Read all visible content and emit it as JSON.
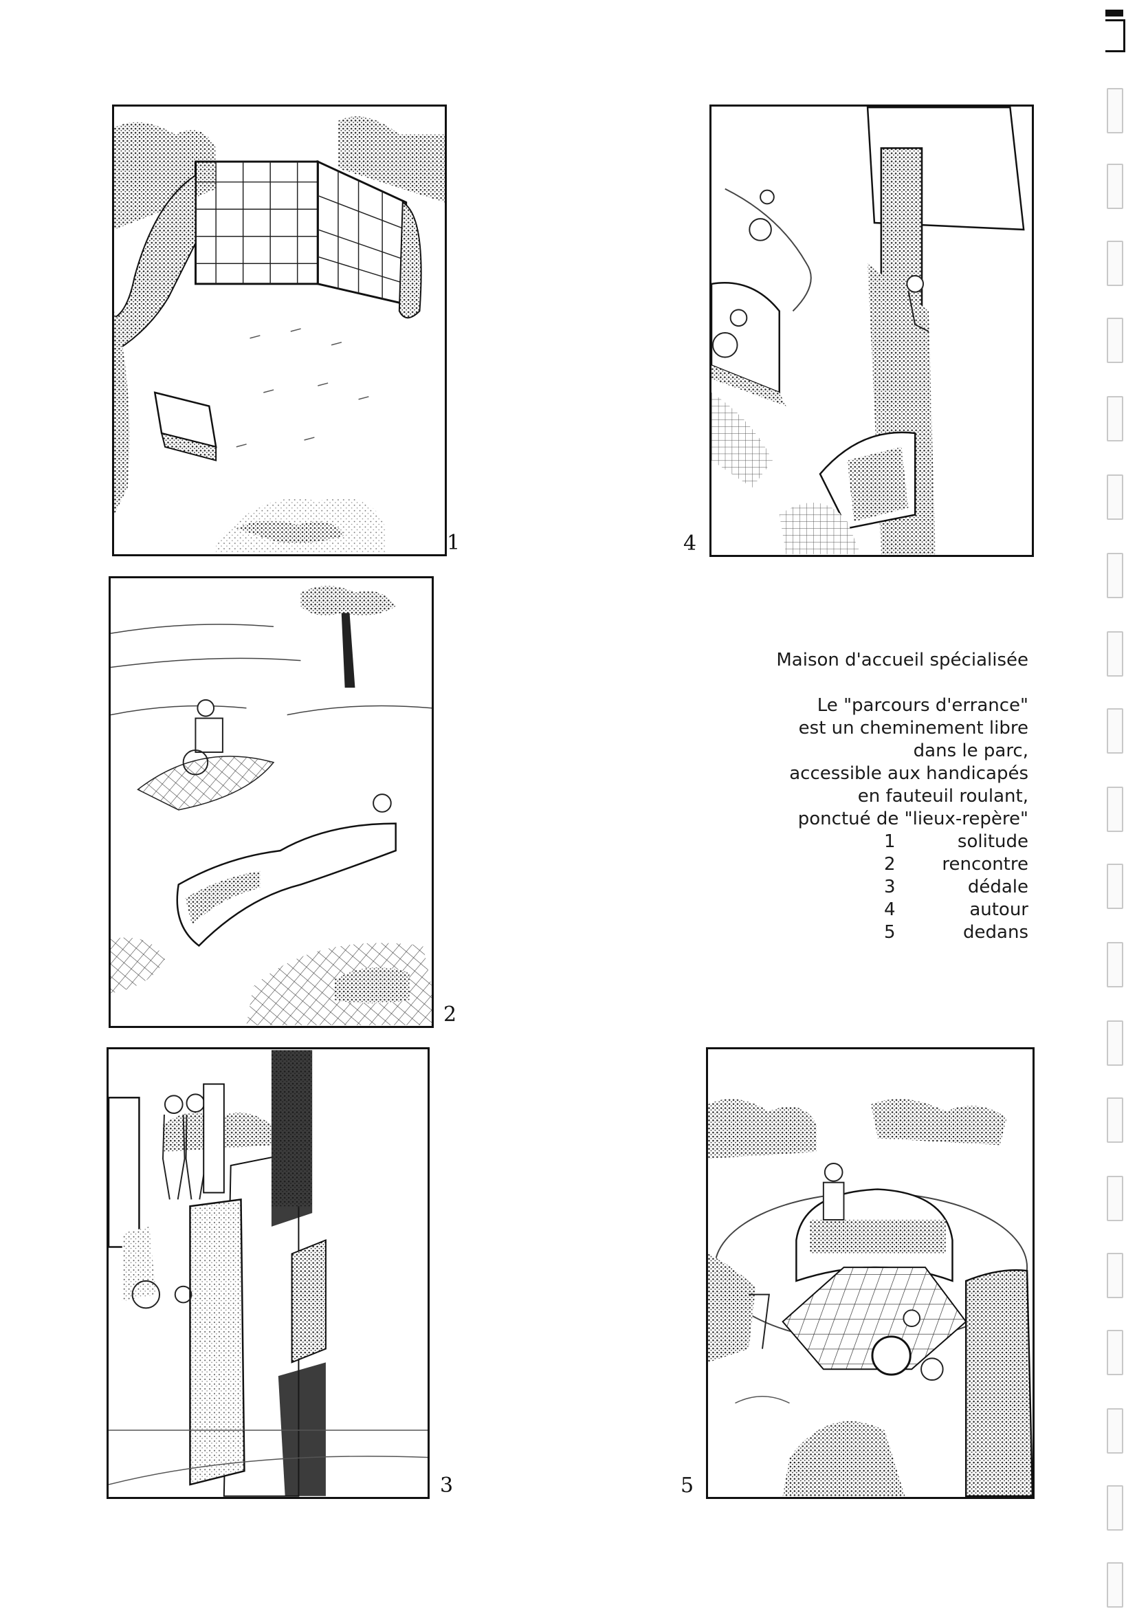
{
  "caption": {
    "title": "Maison d'accueil spécialisée",
    "lines": [
      "Le \"parcours d'errance\"",
      "est un cheminement libre",
      "dans le parc,",
      "accessible aux handicapés",
      "en fauteuil roulant,",
      "ponctué de \"lieux-repère\""
    ],
    "legend": [
      {
        "num": "1",
        "word": "solitude"
      },
      {
        "num": "2",
        "word": "rencontre"
      },
      {
        "num": "3",
        "word": "dédale"
      },
      {
        "num": "4",
        "word": "autour"
      },
      {
        "num": "5",
        "word": "dedans"
      }
    ]
  },
  "panels": [
    {
      "number": "1"
    },
    {
      "number": "2"
    },
    {
      "number": "3"
    },
    {
      "number": "4"
    },
    {
      "number": "5"
    }
  ]
}
